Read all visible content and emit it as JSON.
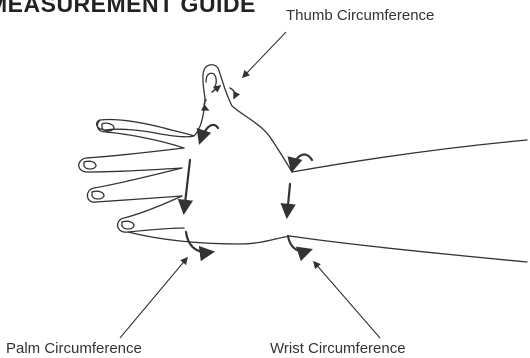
{
  "header": {
    "title": "MEASUREMENT GUIDE"
  },
  "labels": {
    "thumb": "Thumb Circumference",
    "palm": "Palm Circumference",
    "wrist": "Wrist Circumference"
  },
  "colors": {
    "line": "#333333",
    "text": "#333333",
    "background": "#ffffff"
  }
}
